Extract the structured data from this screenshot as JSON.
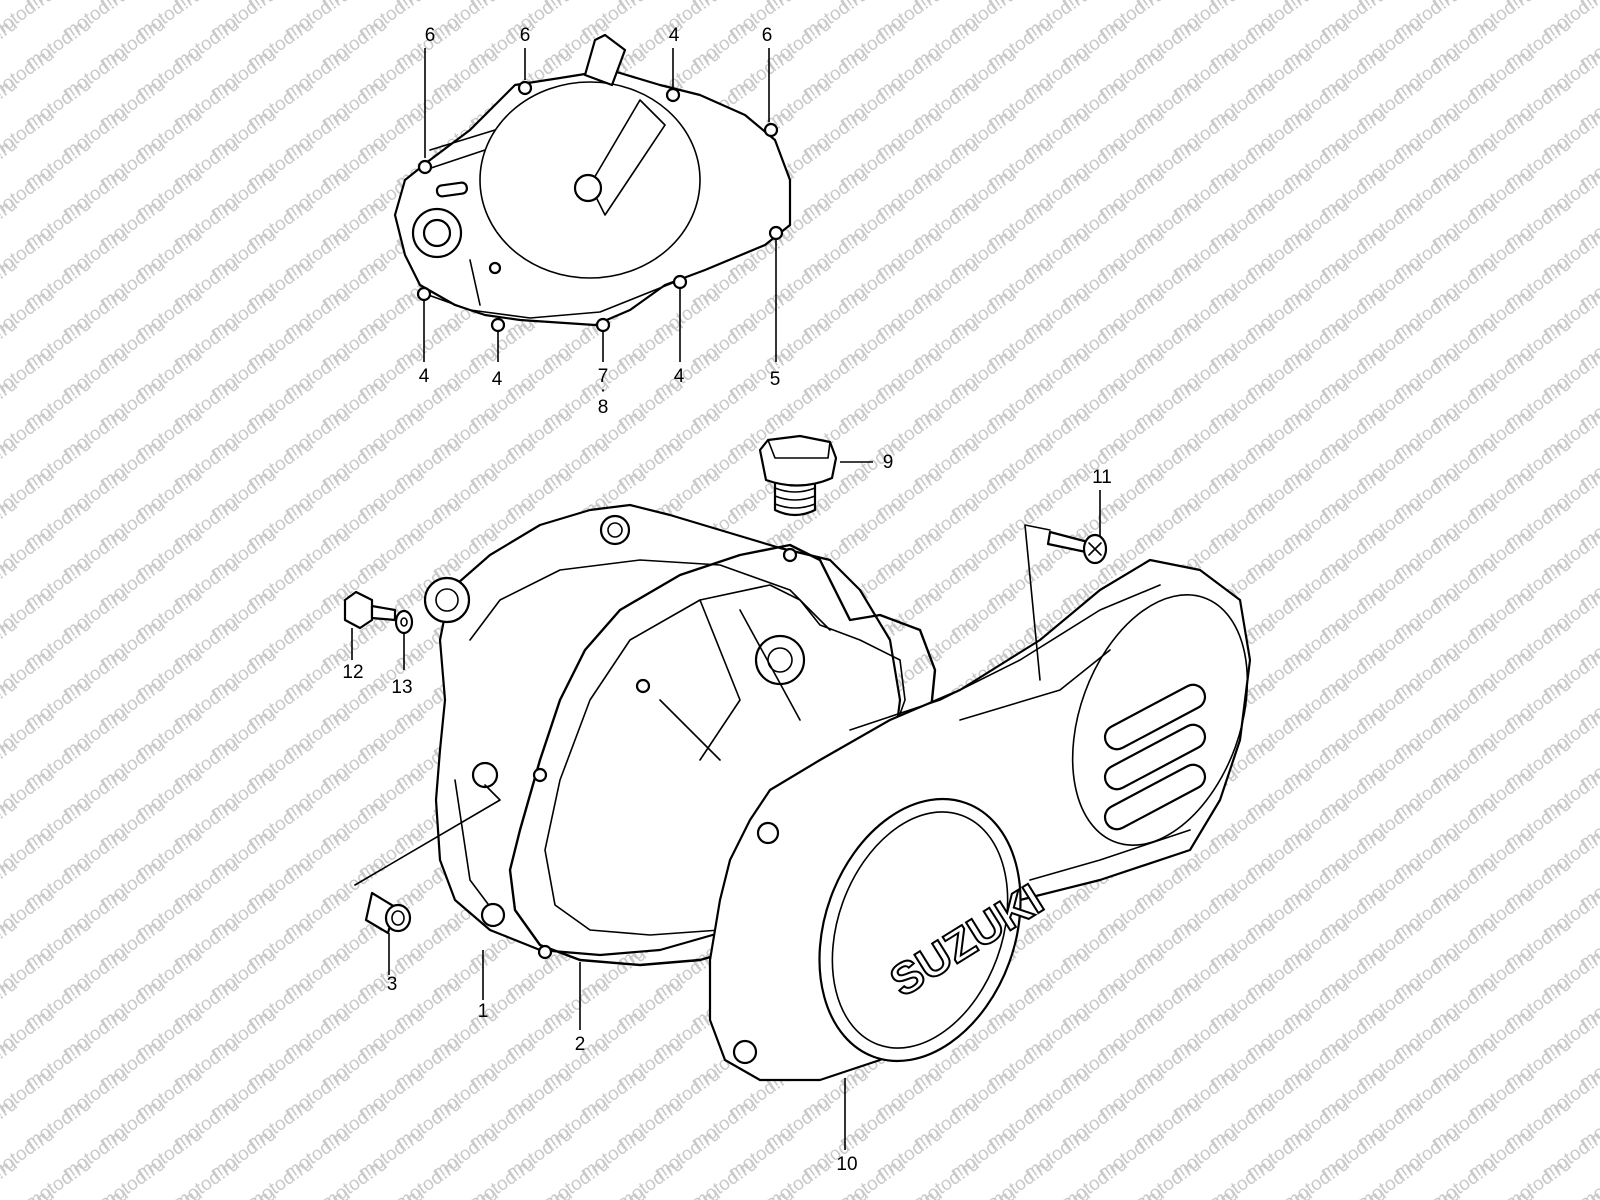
{
  "watermark": "motod.ru",
  "brand_logo": "SUZUKI",
  "labels": [
    {
      "id": "4a",
      "text": "4"
    },
    {
      "id": "4b",
      "text": "4"
    },
    {
      "id": "4c",
      "text": "4"
    },
    {
      "id": "4d",
      "text": "4"
    },
    {
      "id": "5",
      "text": "5"
    },
    {
      "id": "6a",
      "text": "6"
    },
    {
      "id": "6b",
      "text": "6"
    },
    {
      "id": "6c",
      "text": "6"
    },
    {
      "id": "7",
      "text": "7"
    },
    {
      "id": "8",
      "text": "8"
    },
    {
      "id": "9",
      "text": "9"
    },
    {
      "id": "11",
      "text": "11"
    },
    {
      "id": "12",
      "text": "12"
    },
    {
      "id": "13",
      "text": "13"
    },
    {
      "id": "3",
      "text": "3"
    },
    {
      "id": "1",
      "text": "1"
    },
    {
      "id": "2",
      "text": "2"
    },
    {
      "id": "10",
      "text": "10"
    }
  ]
}
